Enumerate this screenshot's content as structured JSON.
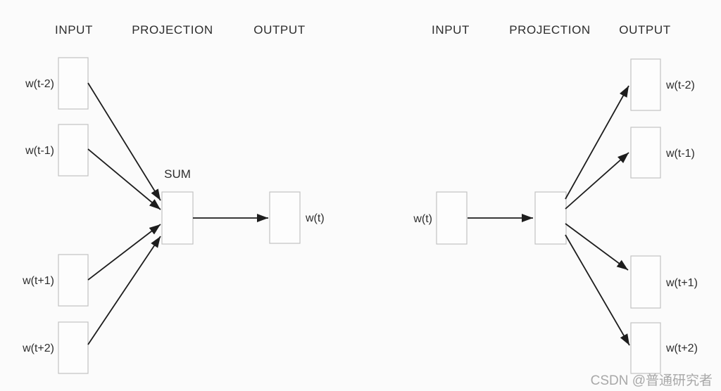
{
  "colors": {
    "background": "#fbfbfb",
    "box_border": "#c2c2c2",
    "box_fill": "#fdfdfd",
    "arrow": "#1d1d1d",
    "text": "#2d2d2d",
    "watermark": "#a8a8a8"
  },
  "left_diagram": {
    "headers": {
      "input": "INPUT",
      "projection": "PROJECTION",
      "output": "OUTPUT"
    },
    "projection_label": "SUM",
    "input_labels": [
      "w(t-2)",
      "w(t-1)",
      "w(t+1)",
      "w(t+2)"
    ],
    "output_label": "w(t)"
  },
  "right_diagram": {
    "headers": {
      "input": "INPUT",
      "projection": "PROJECTION",
      "output": "OUTPUT"
    },
    "input_label": "w(t)",
    "output_labels": [
      "w(t-2)",
      "w(t-1)",
      "w(t+1)",
      "w(t+2)"
    ]
  },
  "watermark": {
    "text": "CSDN @普通研究者"
  }
}
